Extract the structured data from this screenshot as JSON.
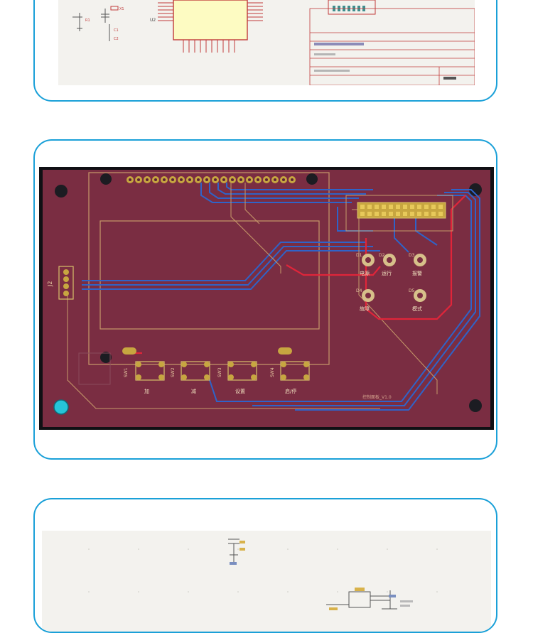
{
  "schematic_top": {
    "component_labels": [
      "U2",
      "X1",
      "R1",
      "C1",
      "C2"
    ]
  },
  "pcb": {
    "connector_label": "J2",
    "button_labels": [
      "SW1",
      "SW2",
      "SW3",
      "SW4"
    ],
    "button_texts": [
      "加",
      "减",
      "设置",
      "启/停"
    ],
    "indicator_labels": [
      "D1",
      "D2",
      "D3",
      "D4",
      "D5"
    ],
    "indicator_texts": [
      "电源",
      "运行",
      "报警",
      "故障",
      "模式"
    ],
    "footer_text": "控制面板_V1.0"
  },
  "colors": {
    "card_border": "#1aa0d8",
    "board_fill": "#7a2d42",
    "trace_blue": "#2f63c8",
    "trace_red": "#e0253a",
    "silk": "#d8c06a",
    "pad_gold": "#c7a640",
    "mount_hole_accent": "#26c4d8"
  }
}
